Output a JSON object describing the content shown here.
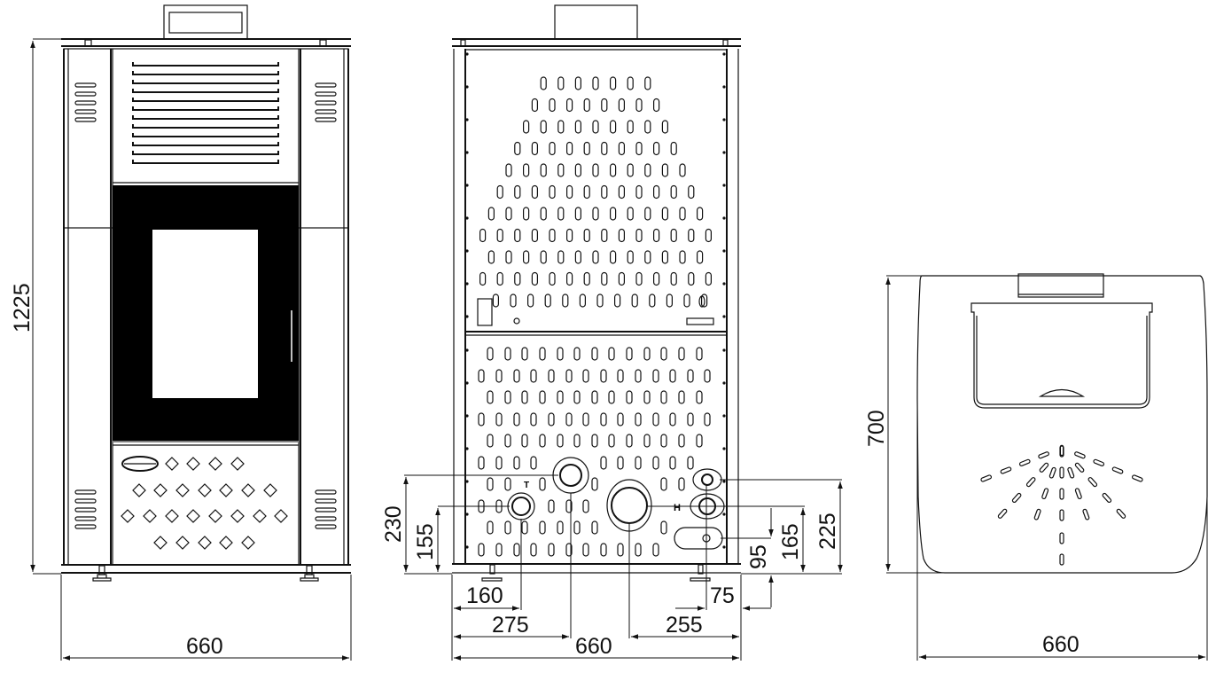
{
  "drawing": {
    "title": "Pellet stove dimensional drawing",
    "units": "mm",
    "colors": {
      "line": "#111111",
      "glass_frame": "#000000",
      "background": "#ffffff"
    }
  },
  "front_view": {
    "height_label": "1225",
    "width_label": "660",
    "logo_badge": "brand logo (illegible)",
    "top_grille_slats": 12,
    "side_vent_slots_per_group": 5,
    "decor_diamond_rows": [
      4,
      7,
      8,
      5
    ]
  },
  "rear_view": {
    "width_label": "660",
    "connections": [
      {
        "id": "outlet-left",
        "label": "T",
        "height_label": "155",
        "offset_label": "160"
      },
      {
        "id": "outlet-upper",
        "height_label": "230",
        "offset_label": "275"
      },
      {
        "id": "flue",
        "label": "H",
        "offset_label": "255"
      },
      {
        "id": "right-upper",
        "height_label": "225"
      },
      {
        "id": "right-middle",
        "height_label": "165"
      },
      {
        "id": "right-lower",
        "height_label": "95",
        "offset_label": "75"
      }
    ],
    "labels": {
      "h_230": "230",
      "h_155": "155",
      "h_225": "225",
      "h_165": "165",
      "h_95": "95",
      "w_160": "160",
      "w_275": "275",
      "w_255": "255",
      "w_75": "75",
      "w_660": "660",
      "marker_t": "T",
      "marker_h": "H"
    }
  },
  "top_view": {
    "depth_label": "700",
    "width_label": "660"
  }
}
